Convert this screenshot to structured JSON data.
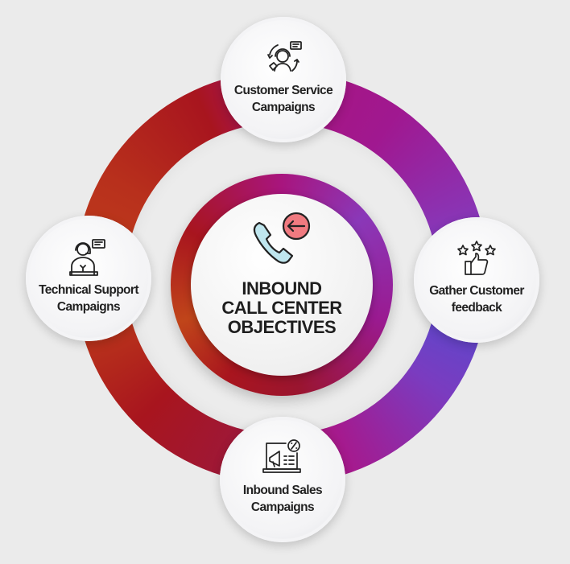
{
  "center": {
    "title_lines": [
      "INBOUND",
      "CALL CENTER",
      "OBJECTIVES"
    ],
    "icon": "incoming-call-icon"
  },
  "nodes": [
    {
      "id": "customer-service",
      "lines": [
        "Customer Service",
        "Campaigns"
      ],
      "icon": "customer-service-agent-icon"
    },
    {
      "id": "technical-support",
      "lines": [
        "Technical Support",
        "Campaigns"
      ],
      "icon": "tech-support-agent-icon"
    },
    {
      "id": "gather-feedback",
      "lines": [
        "Gather Customer",
        "feedback"
      ],
      "icon": "thumbs-up-stars-icon"
    },
    {
      "id": "inbound-sales",
      "lines": [
        "Inbound Sales",
        "Campaigns"
      ],
      "icon": "megaphone-laptop-icon"
    }
  ],
  "colors": {
    "background": "#ebebeb",
    "ring_red": "#a8151e",
    "ring_orange": "#c0401a",
    "ring_magenta": "#a8157e",
    "ring_violet": "#5a48cc",
    "arrow_badge": "#f07a80",
    "phone": "#bfe6ee"
  }
}
